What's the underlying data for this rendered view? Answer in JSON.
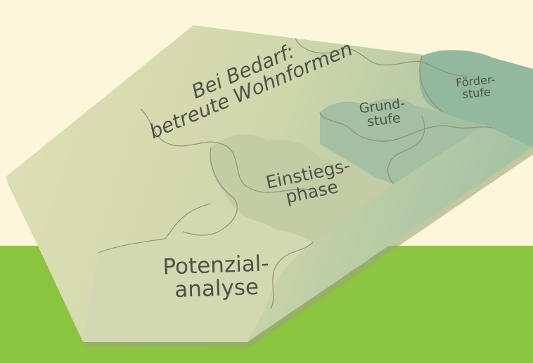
{
  "colors": {
    "background_top": "#fcf6da",
    "background_bottom": "#8bc43f",
    "text": "#4f5147"
  },
  "pieces": {
    "bedarf": {
      "line1": "Bei Bedarf:",
      "line2": "betreute Wohnformen"
    },
    "einstieg": {
      "line1": "Einstiegs-",
      "line2": "phase"
    },
    "grund": {
      "line1": "Grund-",
      "line2": "stufe"
    },
    "foerder": {
      "line1": "Förder-",
      "line2": "stufe"
    },
    "potenzial": {
      "line1": "Potenzial-",
      "line2": "analyse"
    }
  }
}
